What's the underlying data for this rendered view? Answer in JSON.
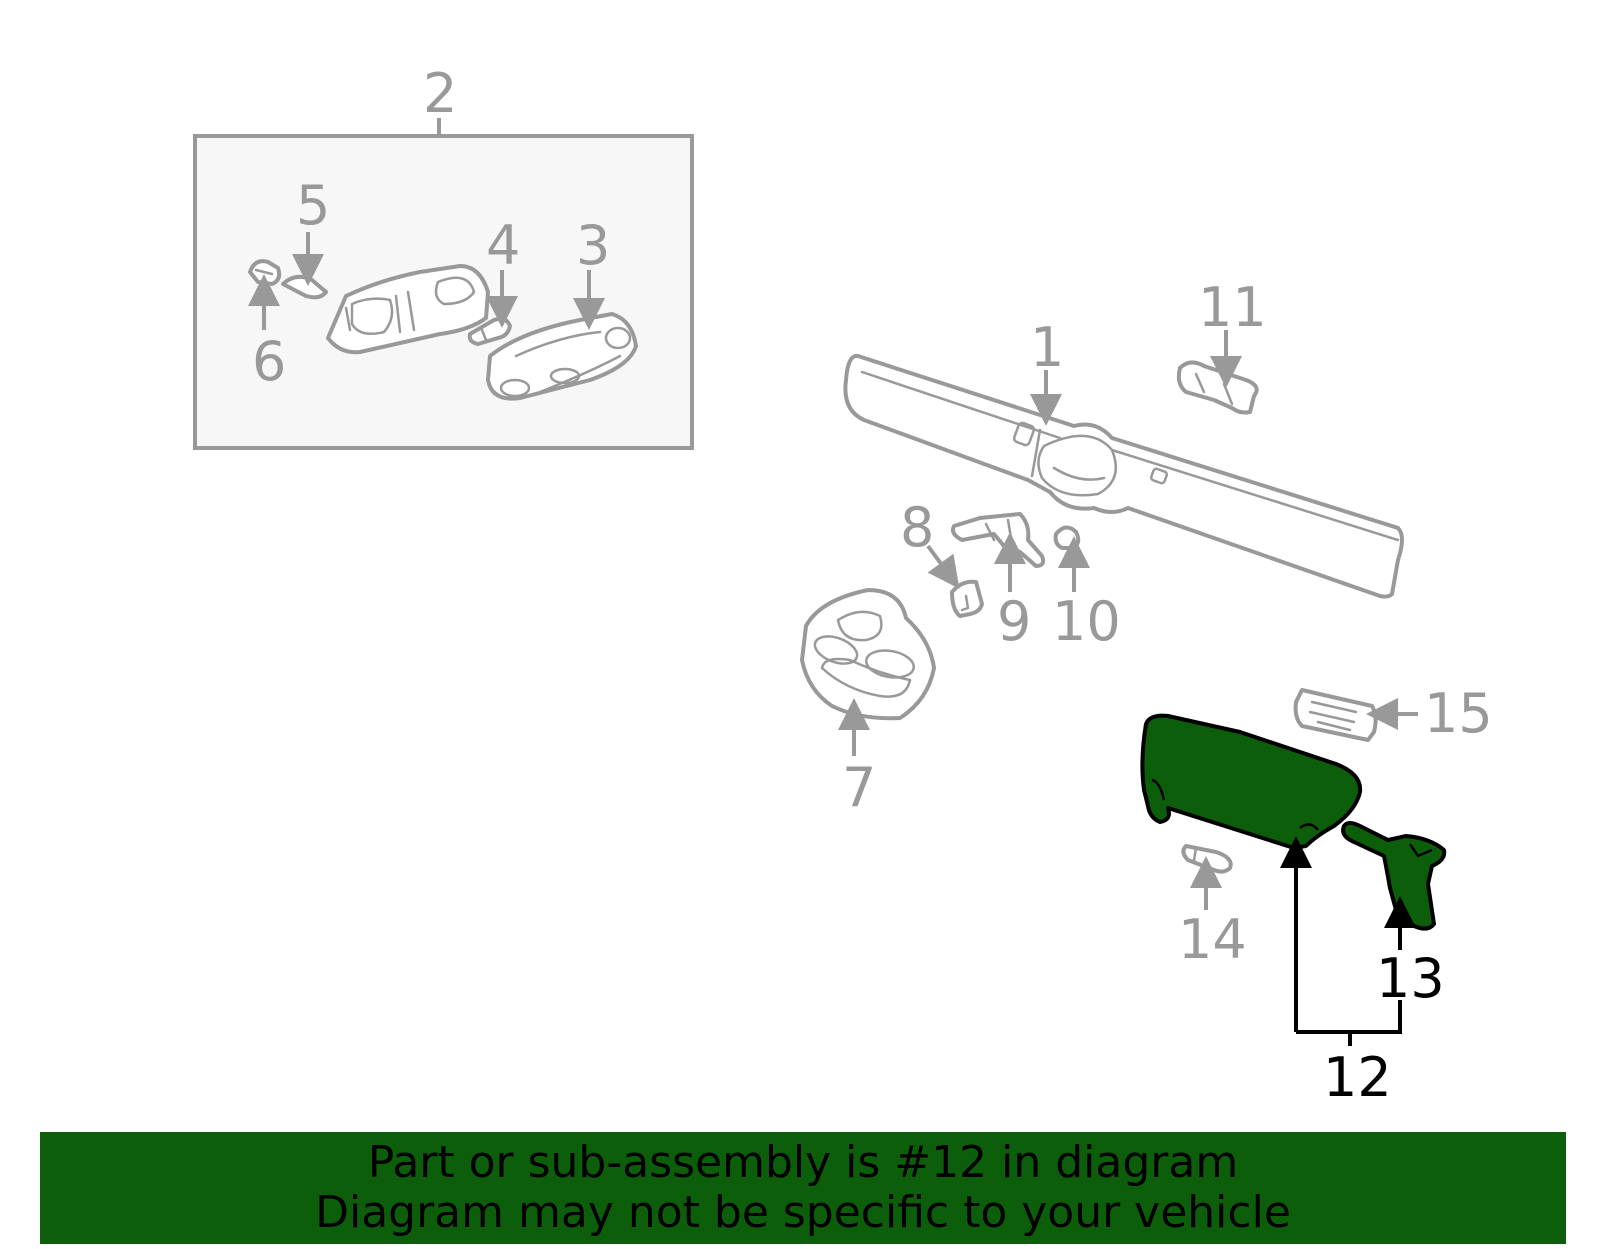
{
  "callouts": {
    "c1": "1",
    "c2": "2",
    "c3": "3",
    "c4": "4",
    "c5": "5",
    "c6": "6",
    "c7": "7",
    "c8": "8",
    "c9": "9",
    "c10": "10",
    "c11": "11",
    "c12": "12",
    "c13": "13",
    "c14": "14",
    "c15": "15"
  },
  "banner": {
    "line1": "Part or sub-assembly is #12 in diagram",
    "line2": "Diagram may not be specific to your vehicle"
  },
  "colors": {
    "highlight": "#0d5e0a",
    "part_stroke": "#999999",
    "highlight_stroke": "#000000"
  }
}
